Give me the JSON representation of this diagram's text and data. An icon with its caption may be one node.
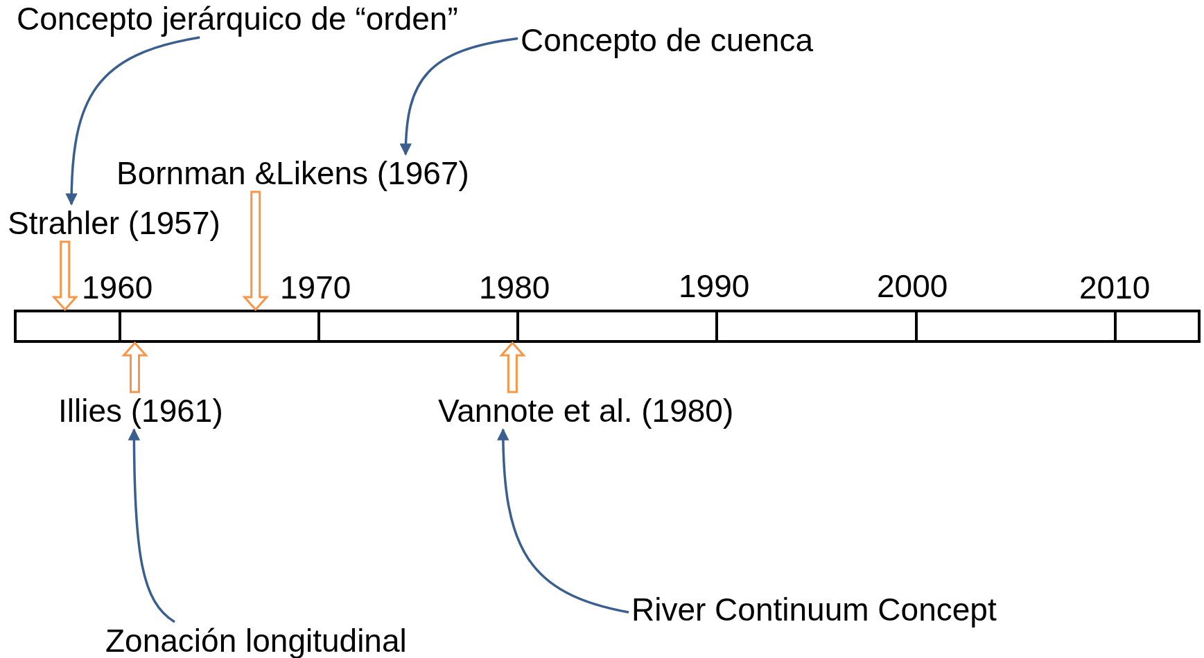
{
  "diagram": {
    "nodes": [
      {
        "text": [
          "Concepto jerárquico de “orden”"
        ]
      },
      {
        "text": [
          "Concepto de cuenca"
        ]
      },
      {
        "text": [
          "Bornman &Likens (1967)"
        ]
      },
      {
        "text": [
          "Strahler (1957)"
        ]
      },
      {
        "text": [],
        "shape": "bar"
      },
      {
        "text": [
          "Illies (1961)"
        ]
      },
      {
        "text": [
          "Vannote et al. (1980)"
        ]
      },
      {
        "text": [
          "River Continuum Concept"
        ]
      },
      {
        "text": [
          "Zonación longitudinal"
        ]
      }
    ],
    "edges": [
      {
        "from": 0,
        "to": 3,
        "arrow": "to"
      },
      {
        "from": 1,
        "to": 2,
        "arrow": "to"
      },
      {
        "from": 3,
        "to": 4,
        "arrow": "to",
        "style": "thick",
        "color": "#f79646"
      },
      {
        "from": 2,
        "to": 4,
        "arrow": "to",
        "style": "thick",
        "color": "#f79646"
      },
      {
        "from": 5,
        "to": 4,
        "arrow": "to",
        "style": "thick",
        "color": "#f79646"
      },
      {
        "from": 6,
        "to": 4,
        "arrow": "to",
        "style": "thick",
        "color": "#f79646"
      },
      {
        "from": 8,
        "to": 5,
        "arrow": "to"
      },
      {
        "from": 7,
        "to": 6,
        "arrow": "to"
      }
    ],
    "labels": [
      "1960",
      "1970",
      "1980",
      "1990",
      "2000",
      "2010"
    ]
  }
}
